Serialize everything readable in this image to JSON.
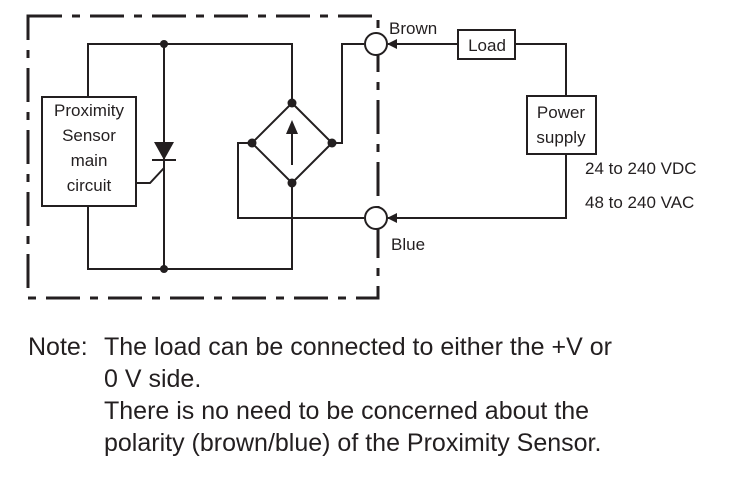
{
  "diagram": {
    "terminals": {
      "brown": "Brown",
      "blue": "Blue"
    },
    "blocks": {
      "load": "Load",
      "power_supply": [
        "Power",
        "supply"
      ],
      "sensor_circuit": [
        "Proximity",
        "Sensor",
        "main",
        "circuit"
      ]
    },
    "supply_ratings": [
      "24 to 240 VDC",
      "48 to 240 VAC"
    ]
  },
  "note": {
    "prefix": "Note:",
    "lines": [
      "The load can be connected to either the +V or",
      "0 V side.",
      "There is no need to be concerned about the",
      "polarity (brown/blue) of the Proximity Sensor."
    ]
  },
  "colors": {
    "ink": "#231f20",
    "background": "#ffffff"
  }
}
